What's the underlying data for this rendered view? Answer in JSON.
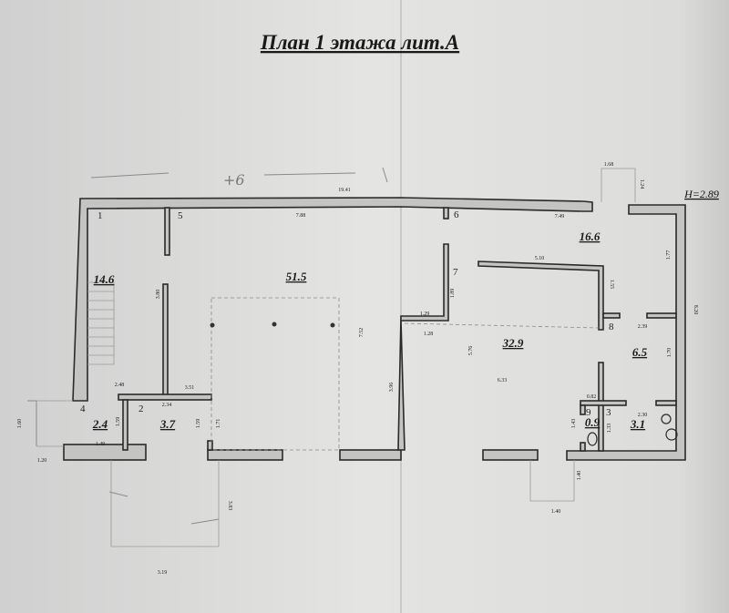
{
  "title": "План 1 этажа лит.А",
  "height_label": "H=2.89",
  "handwritten_note": "+6",
  "rooms": [
    {
      "number": "1",
      "area": "14.6"
    },
    {
      "number": "5",
      "area": "51.5"
    },
    {
      "number": "6",
      "area": "16.6"
    },
    {
      "number": "7",
      "area": "32.9"
    },
    {
      "number": "8",
      "area": "6.5"
    },
    {
      "number": "4",
      "area": "2.4"
    },
    {
      "number": "2",
      "area": "3.7"
    },
    {
      "number": "9",
      "area": "0.9"
    },
    {
      "number": "3",
      "area": "3.1"
    }
  ],
  "dimensions": [
    "19.41",
    "7.88",
    "7.49",
    "1.68",
    "1.24",
    "5.10",
    "1.55",
    "1.77",
    "8.20",
    "1.89",
    "1.29",
    "1.28",
    "5.76",
    "6.33",
    "3.96",
    "7.52",
    "2.39",
    "1.70",
    "0.82",
    "2.30",
    "1.43",
    "1.33",
    "1.40",
    "1.40",
    "3.80",
    "2.48",
    "3.51",
    "2.34",
    "1.59",
    "1.59",
    "1.71",
    "1.49",
    "1.60",
    "1.20",
    "3.83",
    "3.19"
  ]
}
